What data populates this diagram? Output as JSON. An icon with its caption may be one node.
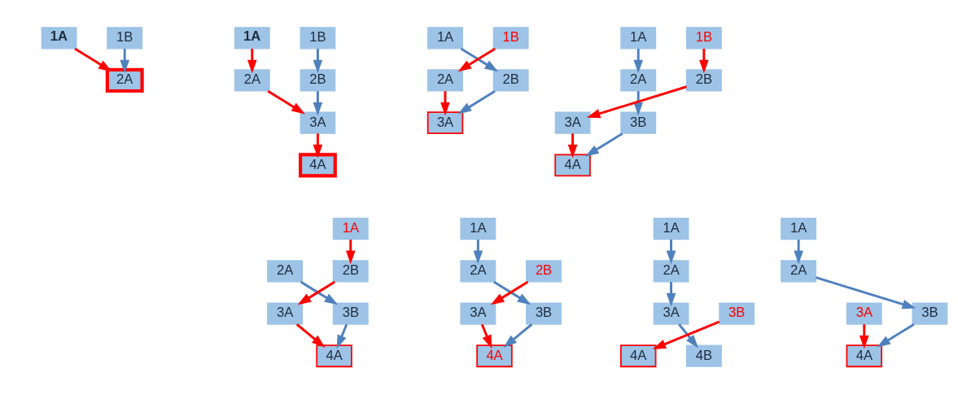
{
  "diagram": {
    "nodes": [
      {
        "text": [
          "1A"
        ]
      },
      {
        "text": [
          "1B"
        ]
      },
      {
        "text": [
          "2A"
        ]
      },
      {
        "text": [
          "1A"
        ]
      },
      {
        "text": [
          "1B"
        ]
      },
      {
        "text": [
          "2A"
        ]
      },
      {
        "text": [
          "2B"
        ]
      },
      {
        "text": [
          "3A"
        ]
      },
      {
        "text": [
          "4A"
        ]
      },
      {
        "text": [
          "1A"
        ]
      },
      {
        "text": [
          "1B"
        ]
      },
      {
        "text": [
          "2A"
        ]
      },
      {
        "text": [
          "2B"
        ]
      },
      {
        "text": [
          "3A"
        ]
      },
      {
        "text": [
          "1A"
        ]
      },
      {
        "text": [
          "1B"
        ]
      },
      {
        "text": [
          "2A"
        ]
      },
      {
        "text": [
          "2B"
        ]
      },
      {
        "text": [
          "3A"
        ]
      },
      {
        "text": [
          "3B"
        ]
      },
      {
        "text": [
          "4A"
        ]
      },
      {
        "text": [
          "1A"
        ]
      },
      {
        "text": [
          "2A"
        ]
      },
      {
        "text": [
          "2B"
        ]
      },
      {
        "text": [
          "3A"
        ]
      },
      {
        "text": [
          "3B"
        ]
      },
      {
        "text": [
          "4A"
        ]
      },
      {
        "text": [
          "1A"
        ]
      },
      {
        "text": [
          "2A"
        ]
      },
      {
        "text": [
          "2B"
        ]
      },
      {
        "text": [
          "3A"
        ]
      },
      {
        "text": [
          "3B"
        ]
      },
      {
        "text": [
          "4A"
        ]
      },
      {
        "text": [
          "1A"
        ]
      },
      {
        "text": [
          "2A"
        ]
      },
      {
        "text": [
          "3A"
        ]
      },
      {
        "text": [
          "3B"
        ]
      },
      {
        "text": [
          "4A"
        ]
      },
      {
        "text": [
          "4B"
        ]
      },
      {
        "text": [
          "1A"
        ]
      },
      {
        "text": [
          "2A"
        ]
      },
      {
        "text": [
          "3A"
        ]
      },
      {
        "text": [
          "3B"
        ]
      },
      {
        "text": [
          "4A"
        ]
      }
    ],
    "edges": [
      {
        "from": 0,
        "to": 2,
        "arrow": "to",
        "color": "#ff0000"
      },
      {
        "from": 1,
        "to": 2,
        "arrow": "to"
      },
      {
        "from": 3,
        "to": 5,
        "arrow": "to",
        "color": "#ff0000"
      },
      {
        "from": 5,
        "to": 7,
        "arrow": "to",
        "color": "#ff0000"
      },
      {
        "from": 7,
        "to": 8,
        "arrow": "to",
        "color": "#ff0000"
      },
      {
        "from": 4,
        "to": 6,
        "arrow": "to"
      },
      {
        "from": 6,
        "to": 7,
        "arrow": "to"
      },
      {
        "from": 9,
        "to": 12,
        "arrow": "to"
      },
      {
        "from": 10,
        "to": 11,
        "arrow": "to",
        "color": "#ff0000"
      },
      {
        "from": 11,
        "to": 13,
        "arrow": "to",
        "color": "#ff0000"
      },
      {
        "from": 12,
        "to": 13,
        "arrow": "to"
      },
      {
        "from": 14,
        "to": 16,
        "arrow": "to"
      },
      {
        "from": 15,
        "to": 17,
        "arrow": "to",
        "color": "#ff0000"
      },
      {
        "from": 16,
        "to": 19,
        "arrow": "to"
      },
      {
        "from": 17,
        "to": 18,
        "arrow": "to",
        "color": "#ff0000"
      },
      {
        "from": 18,
        "to": 20,
        "arrow": "to",
        "color": "#ff0000"
      },
      {
        "from": 19,
        "to": 20,
        "arrow": "to"
      },
      {
        "from": 21,
        "to": 23,
        "arrow": "to",
        "color": "#ff0000"
      },
      {
        "from": 22,
        "to": 25,
        "arrow": "to"
      },
      {
        "from": 23,
        "to": 24,
        "arrow": "to",
        "color": "#ff0000"
      },
      {
        "from": 24,
        "to": 26,
        "arrow": "to",
        "color": "#ff0000"
      },
      {
        "from": 25,
        "to": 26,
        "arrow": "to"
      },
      {
        "from": 27,
        "to": 28,
        "arrow": "to"
      },
      {
        "from": 28,
        "to": 31,
        "arrow": "to"
      },
      {
        "from": 29,
        "to": 30,
        "arrow": "to",
        "color": "#ff0000"
      },
      {
        "from": 30,
        "to": 32,
        "arrow": "to",
        "color": "#ff0000"
      },
      {
        "from": 31,
        "to": 32,
        "arrow": "to"
      },
      {
        "from": 33,
        "to": 34,
        "arrow": "to"
      },
      {
        "from": 34,
        "to": 35,
        "arrow": "to"
      },
      {
        "from": 35,
        "to": 38,
        "arrow": "to"
      },
      {
        "from": 36,
        "to": 37,
        "arrow": "to",
        "color": "#ff0000"
      },
      {
        "from": 39,
        "to": 40,
        "arrow": "to"
      },
      {
        "from": 40,
        "to": 42,
        "arrow": "to"
      },
      {
        "from": 41,
        "to": 43,
        "arrow": "to",
        "color": "#ff0000"
      },
      {
        "from": 42,
        "to": 43,
        "arrow": "to"
      }
    ]
  }
}
